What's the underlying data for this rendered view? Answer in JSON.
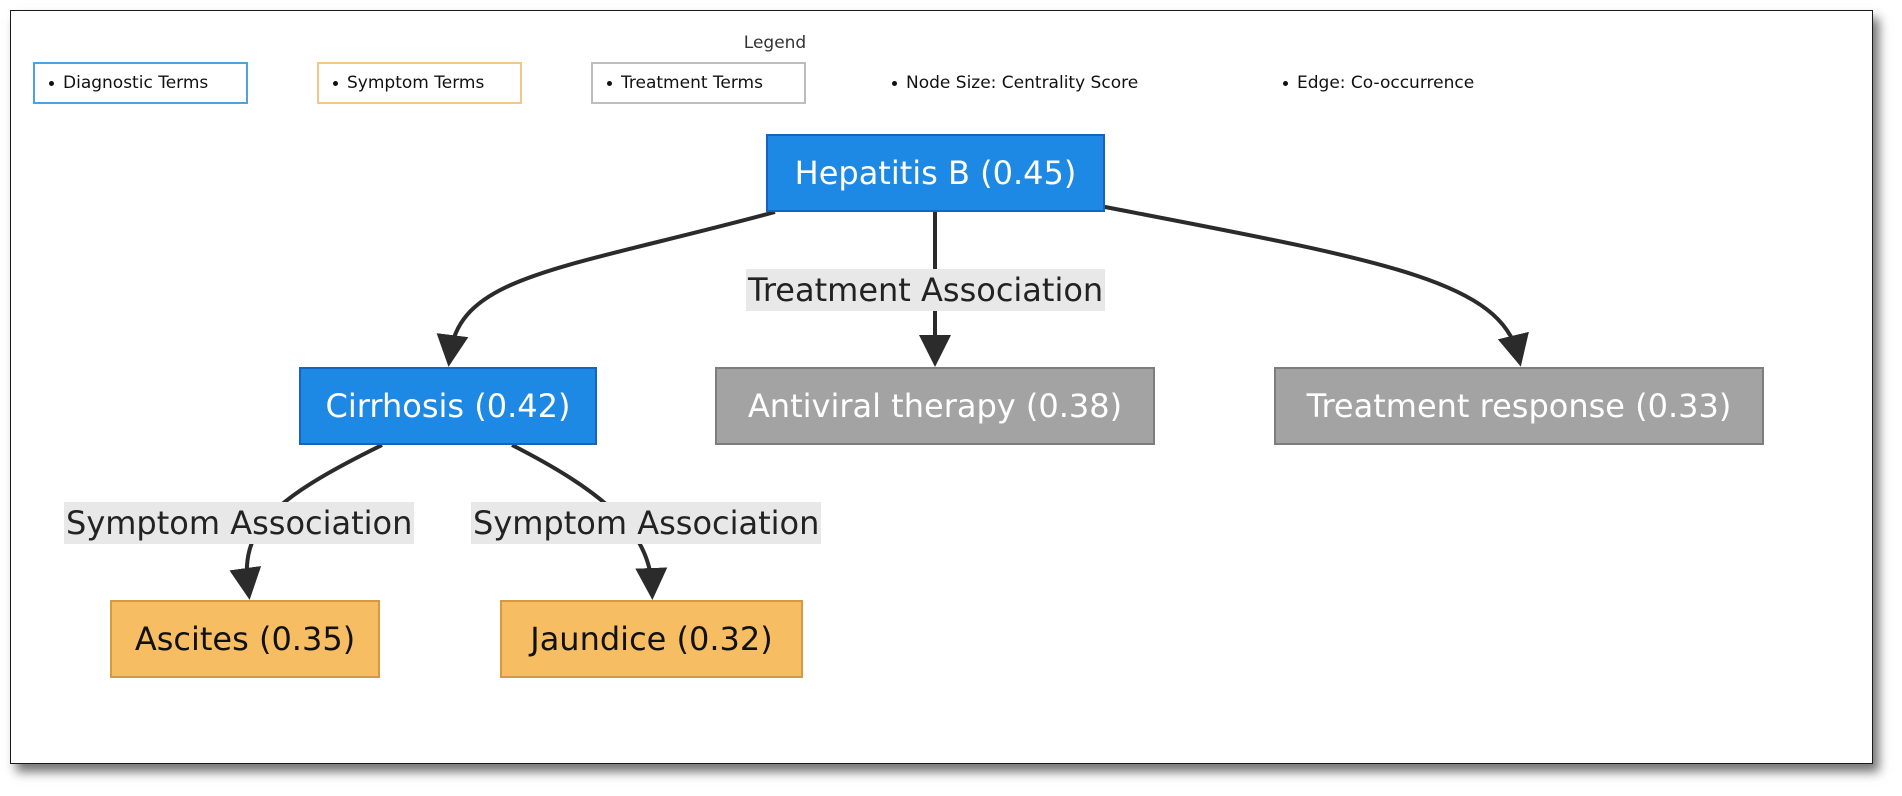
{
  "legend": {
    "title": "Legend",
    "items": [
      {
        "label": "Diagnostic Terms",
        "border_color": "#4ba3e0"
      },
      {
        "label": "Symptom Terms",
        "border_color": "#f5c58a"
      },
      {
        "label": "Treatment Terms",
        "border_color": "#bdbdbd"
      },
      {
        "label": "Node Size: Centrality Score"
      },
      {
        "label": "Edge: Co-occurrence"
      }
    ]
  },
  "nodes": {
    "hepatitis_b": {
      "label": "Hepatitis B (0.45)",
      "category": "diagnostic"
    },
    "cirrhosis": {
      "label": "Cirrhosis (0.42)",
      "category": "diagnostic"
    },
    "antiviral_therapy": {
      "label": "Antiviral therapy (0.38)",
      "category": "treatment"
    },
    "treatment_response": {
      "label": "Treatment response (0.33)",
      "category": "treatment"
    },
    "ascites": {
      "label": "Ascites (0.35)",
      "category": "symptom"
    },
    "jaundice": {
      "label": "Jaundice (0.32)",
      "category": "symptom"
    }
  },
  "edges": [
    {
      "from": "hepatitis_b",
      "to": "cirrhosis",
      "label": ""
    },
    {
      "from": "hepatitis_b",
      "to": "antiviral_therapy",
      "label": "Treatment Association"
    },
    {
      "from": "hepatitis_b",
      "to": "treatment_response",
      "label": ""
    },
    {
      "from": "cirrhosis",
      "to": "ascites",
      "label": "Symptom Association"
    },
    {
      "from": "cirrhosis",
      "to": "jaundice",
      "label": "Symptom Association"
    }
  ],
  "colors": {
    "diagnostic_fill": "#1e88e5",
    "symptom_fill": "#f7bd62",
    "treatment_fill": "#a3a3a3",
    "edge": "#2b2b2b"
  }
}
